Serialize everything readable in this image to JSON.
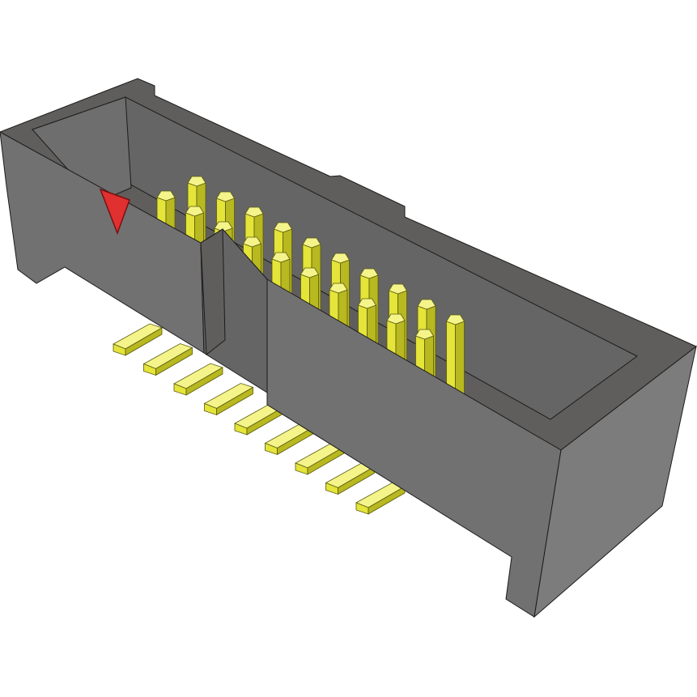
{
  "colors": {
    "background": "#ffffff",
    "housing_top": "#5f5e5c",
    "housing_front": "#717171",
    "housing_side": "#7c7c7c",
    "housing_inner": "#656565",
    "housing_inner_floor": "#6e6e6e",
    "pin": "#e4e43a",
    "pin_shade": "#b8b820",
    "pin_light": "#f4f48a",
    "polarity_mark": "#e03030",
    "outline": "#1c1c1c"
  },
  "connector": {
    "upper_pins": 10,
    "lower_pins": 10,
    "tail_pins": 9,
    "polarity_mark_icon": "triangle-down"
  }
}
